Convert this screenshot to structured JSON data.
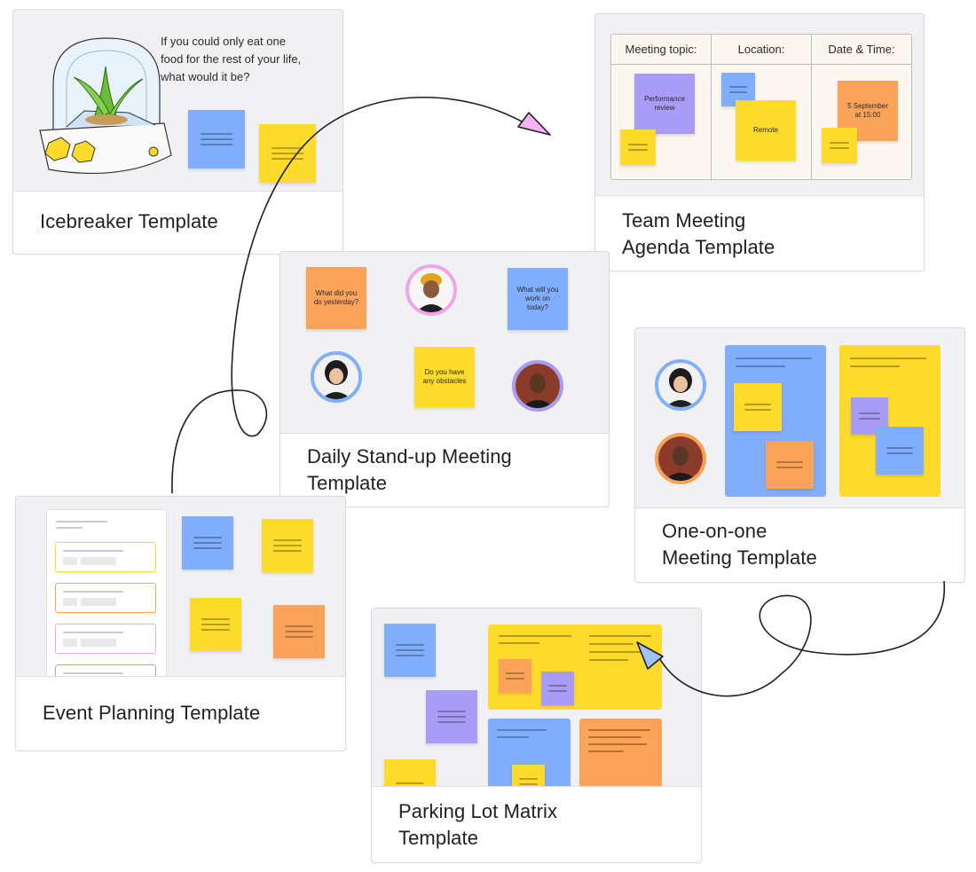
{
  "cards": {
    "icebreaker": {
      "title": "Icebreaker Template",
      "question": "If you could only eat one\nfood for the rest of your life,\nwhat would it be?"
    },
    "team_meeting": {
      "title": "Team Meeting\nAgenda Template",
      "columns": [
        "Meeting topic:",
        "Location:",
        "Date & Time:"
      ],
      "notes": {
        "topic": "Performance review",
        "location": "Remote",
        "datetime": "5 September at 15:00"
      }
    },
    "standup": {
      "title": "Daily Stand-up Meeting\nTemplate",
      "notes": {
        "yesterday": "What did you do yesterday?",
        "today": "What will you work on today?",
        "obstacles": "Do you have any obstacles"
      }
    },
    "one_on_one": {
      "title": "One-on-one\nMeeting Template"
    },
    "event_planning": {
      "title": "Event Planning Template"
    },
    "parking_lot": {
      "title": "Parking Lot Matrix\nTemplate"
    }
  },
  "colors": {
    "yellow": "#fddb2c",
    "blue": "#80aefc",
    "orange": "#fca35a",
    "purple": "#a99cf7",
    "cursor_pink": "#f6b3f3",
    "cursor_blue": "#9ec3fb"
  },
  "icons": [
    "cursor-arrow-pink",
    "cursor-arrow-blue",
    "avatar-person"
  ]
}
